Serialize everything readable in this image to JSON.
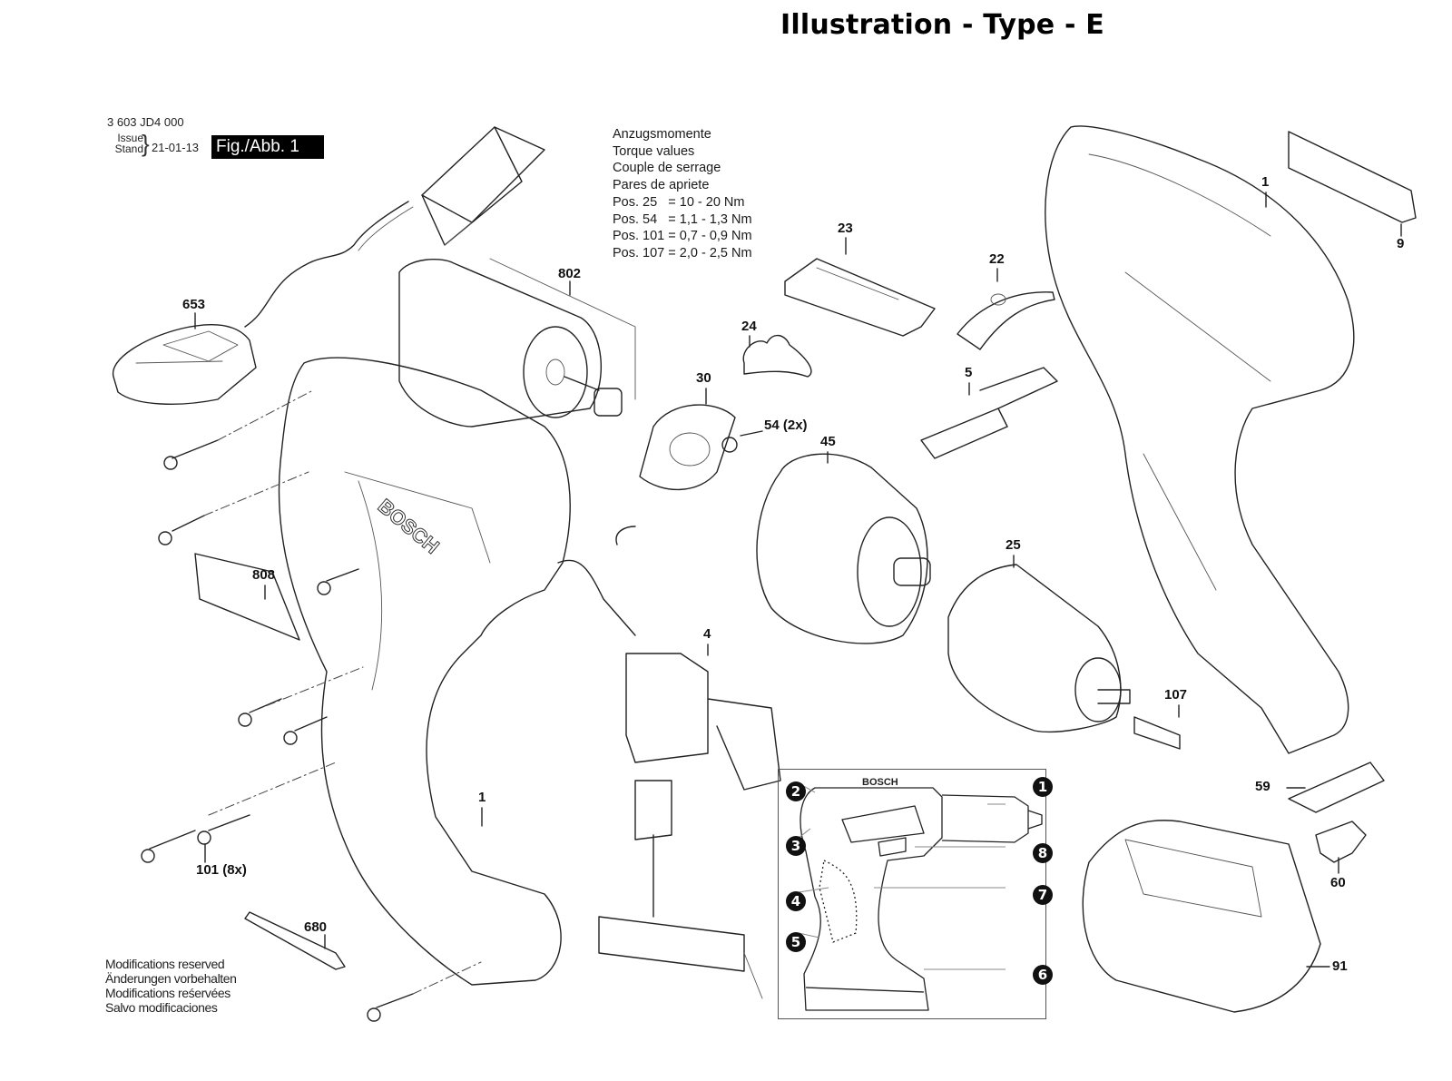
{
  "title": "Illustration - Type - E",
  "header": {
    "document_number": "3 603 JD4 000",
    "issue_label_1": "Issue",
    "issue_label_2": "Stand",
    "issue_date": "21-01-13",
    "figure_label": "Fig./Abb. 1"
  },
  "torque_table": {
    "headings": [
      "Anzugsmomente",
      "Torque values",
      "Couple de serrage",
      "Pares de apriete"
    ],
    "rows": [
      {
        "pos": "Pos. 25  ",
        "value": "= 10 - 20 Nm"
      },
      {
        "pos": "Pos. 54  ",
        "value": "= 1,1 - 1,3 Nm"
      },
      {
        "pos": "Pos. 101",
        "value": "= 0,7 - 0,9 Nm"
      },
      {
        "pos": "Pos. 107",
        "value": "= 2,0 - 2,5 Nm"
      }
    ]
  },
  "modifications_notice": [
    "Modifications reserved",
    "Änderungen vorbehalten",
    "Modifications reśervées",
    "Salvo modificaciones"
  ],
  "part_labels": {
    "p653": "653",
    "p802": "802",
    "p23": "23",
    "p24": "24",
    "p22": "22",
    "p1_right": "1",
    "p9": "9",
    "p30": "30",
    "p54": "54 (2x)",
    "p45": "45",
    "p5": "5",
    "p808": "808",
    "p25": "25",
    "p4": "4",
    "p107": "107",
    "p1_left": "1",
    "p101": "101 (8x)",
    "p680": "680",
    "p59": "59",
    "p60": "60",
    "p91": "91"
  },
  "inset": {
    "brand_text": "BOSCH",
    "callouts": [
      "1",
      "2",
      "3",
      "4",
      "5",
      "6",
      "7",
      "8"
    ]
  },
  "housing_brand": "BOSCH"
}
